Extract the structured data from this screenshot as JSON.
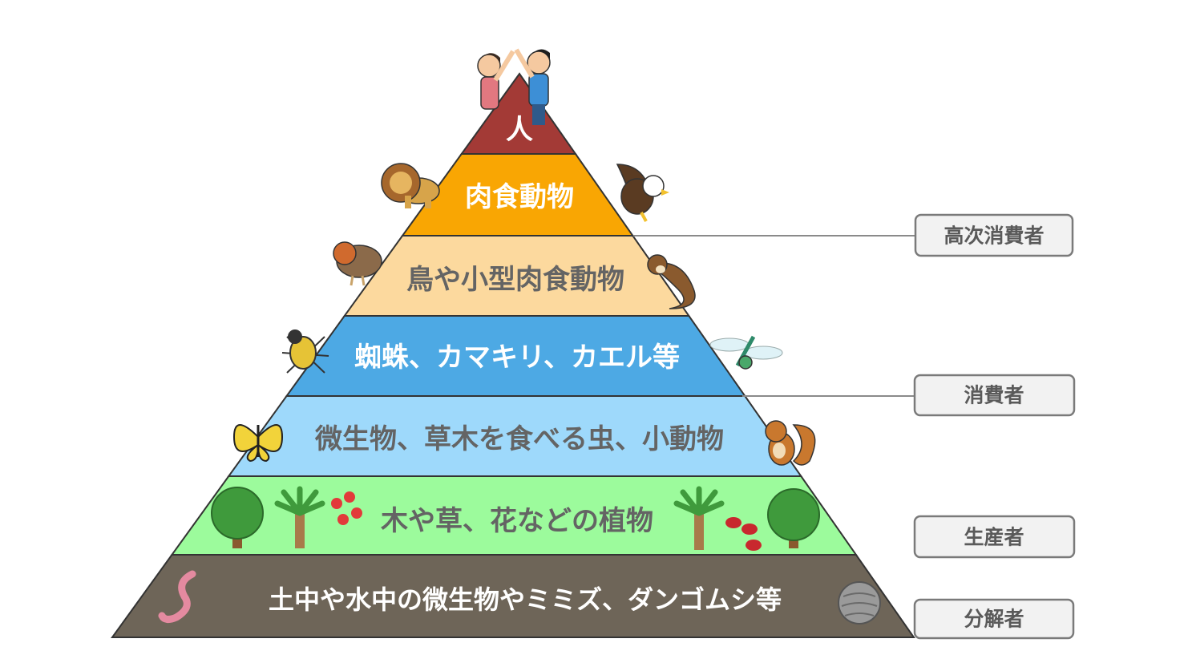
{
  "tiers": [
    {
      "label": "人",
      "color": "#a33a36",
      "text_color": "#ffffff"
    },
    {
      "label": "肉食動物",
      "color": "#f9a603",
      "text_color": "#ffffff"
    },
    {
      "label": "鳥や小型肉食動物",
      "color": "#fcd99e",
      "text_color": "#646464"
    },
    {
      "label": "蜘蛛、カマキリ、カエル等",
      "color": "#4da9e4",
      "text_color": "#ffffff"
    },
    {
      "label": "微生物、草木を食べる虫、小動物",
      "color": "#9ed9fb",
      "text_color": "#646464"
    },
    {
      "label": "木や草、花などの植物",
      "color": "#9cfb9c",
      "text_color": "#646464"
    },
    {
      "label": "土中や水中の微生物やミミズ、ダンゴムシ等",
      "color": "#6e6558",
      "text_color": "#ffffff"
    }
  ],
  "roles": [
    {
      "label": "高次消費者"
    },
    {
      "label": "消費者"
    },
    {
      "label": "生産者"
    },
    {
      "label": "分解者"
    }
  ],
  "colors": {
    "outline": "#333333",
    "connector": "#8a8a8a",
    "role_fill": "#f2f2f2",
    "role_border": "#7a7a7a"
  }
}
